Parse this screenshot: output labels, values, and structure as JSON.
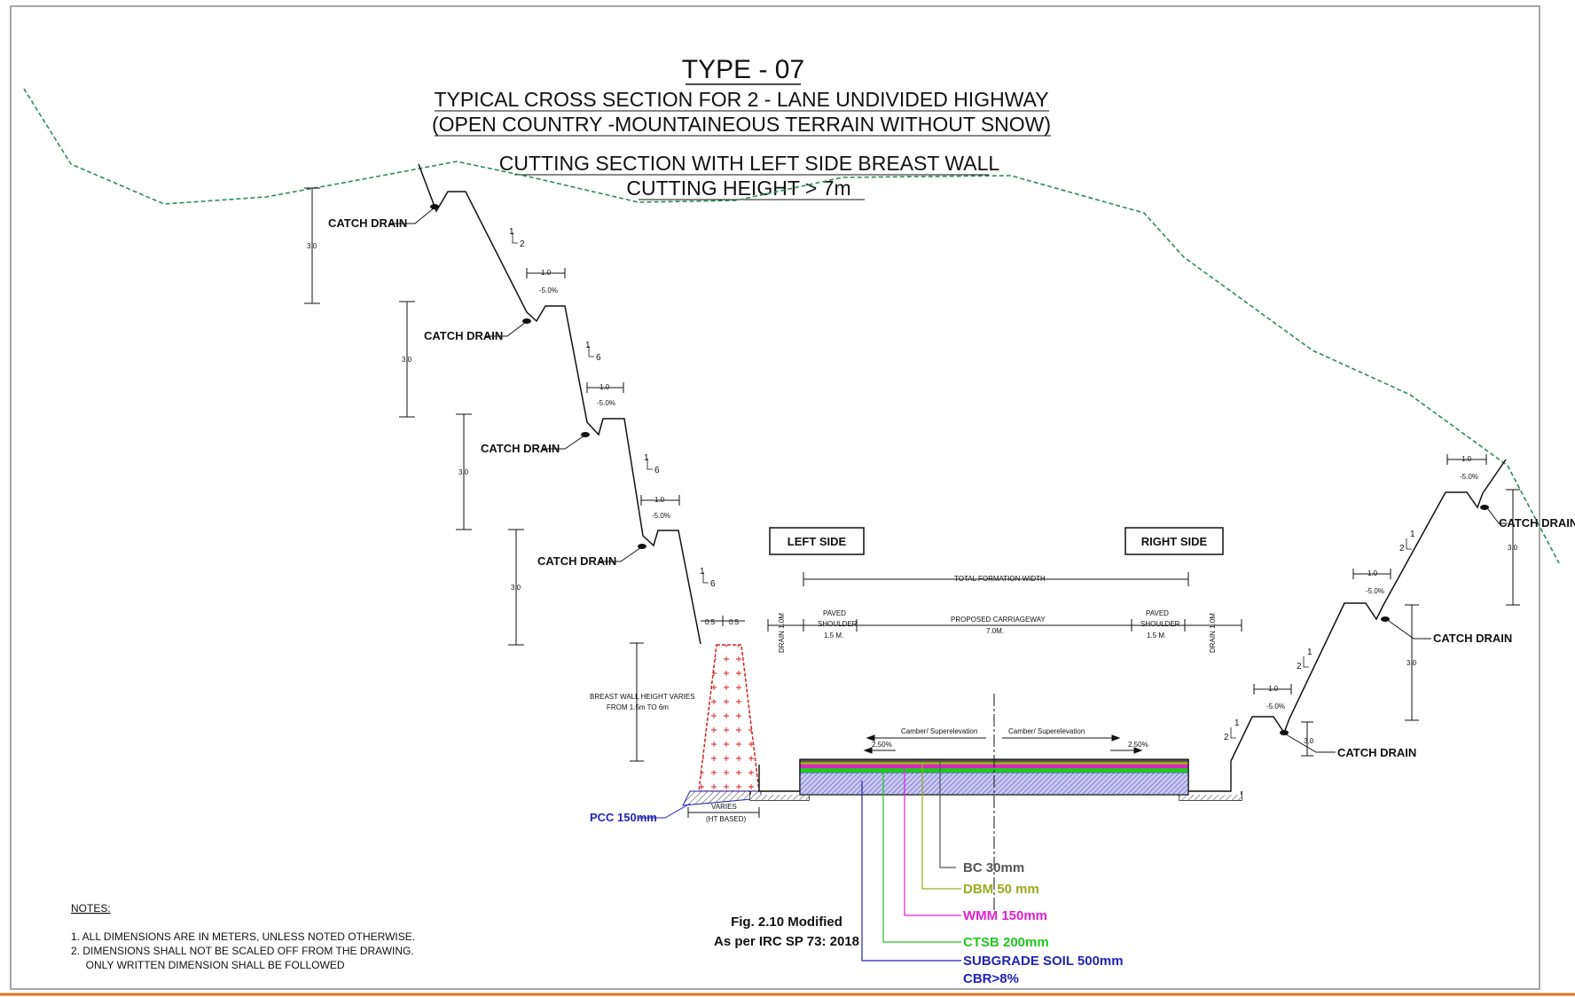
{
  "title": {
    "type": "TYPE - 07",
    "line1": "TYPICAL CROSS SECTION FOR  2 - LANE UNDIVIDED HIGHWAY",
    "line2": "(OPEN COUNTRY -MOUNTAINEOUS TERRAIN WITHOUT SNOW)",
    "line3": "CUTTING SECTION WITH LEFT SIDE BREAST WALL",
    "line4": "CUTTING HEIGHT > 7m"
  },
  "labels": {
    "catch_drain": "CATCH DRAIN",
    "left_side": "LEFT SIDE",
    "right_side": "RIGHT SIDE",
    "total_formation_width": "TOTAL FORMATION WIDTH",
    "paved_shoulder": [
      "PAVED",
      "SHOULDER",
      "1.5 M."
    ],
    "proposed_carriageway": [
      "PROPOSED CARRIAGEWAY",
      "7.0M."
    ],
    "earthen_shoulder": "DRAIN 1.0M",
    "breast_wall_height": [
      "BREAST WALL HEIGHT VARIES",
      "FROM 1.5m TO 6m"
    ],
    "pcc": "PCC 150mm",
    "varies": [
      "VARIES",
      "(HT BASED)"
    ],
    "camber_left": "Camber/ Superelevation",
    "camber_right": "Camber/ Superelevation",
    "slope_left": "2.50%",
    "slope_right": "2.50%",
    "berm_width": "1.0",
    "berm_slope": "-5.0%",
    "bench_height": "3.0",
    "wall_top_a": "0.5",
    "wall_top_b": "0.5"
  },
  "slope_ratios": {
    "left_top": [
      "1",
      "2"
    ],
    "left_mid": [
      "1",
      "6"
    ],
    "right": [
      "1",
      "2"
    ]
  },
  "layers": {
    "bc": "BC 30mm",
    "dbm": "DBM    50 mm",
    "wmm": "WMM    150mm",
    "ctsb": "CTSB    200mm",
    "subgrade": "SUBGRADE SOIL  500mm",
    "cbr": "CBR>8%"
  },
  "colors": {
    "ground": "#2e8b57",
    "wall": "#d42020",
    "bc": "#555555",
    "dbm": "#9aaa1c",
    "wmm": "#e020d0",
    "ctsb": "#1ec81e",
    "subgrade": "#2323b8",
    "border_bottom": "#e07020"
  },
  "reference": {
    "line1": "Fig. 2.10 Modified",
    "line2": "As per IRC SP 73: 2018"
  },
  "notes": {
    "heading": "NOTES:",
    "items": [
      "1.  ALL DIMENSIONS ARE IN METERS, UNLESS NOTED OTHERWISE.",
      "2.  DIMENSIONS SHALL NOT BE SCALED OFF FROM THE DRAWING.",
      "     ONLY WRITTEN DIMENSION SHALL BE FOLLOWED"
    ]
  }
}
